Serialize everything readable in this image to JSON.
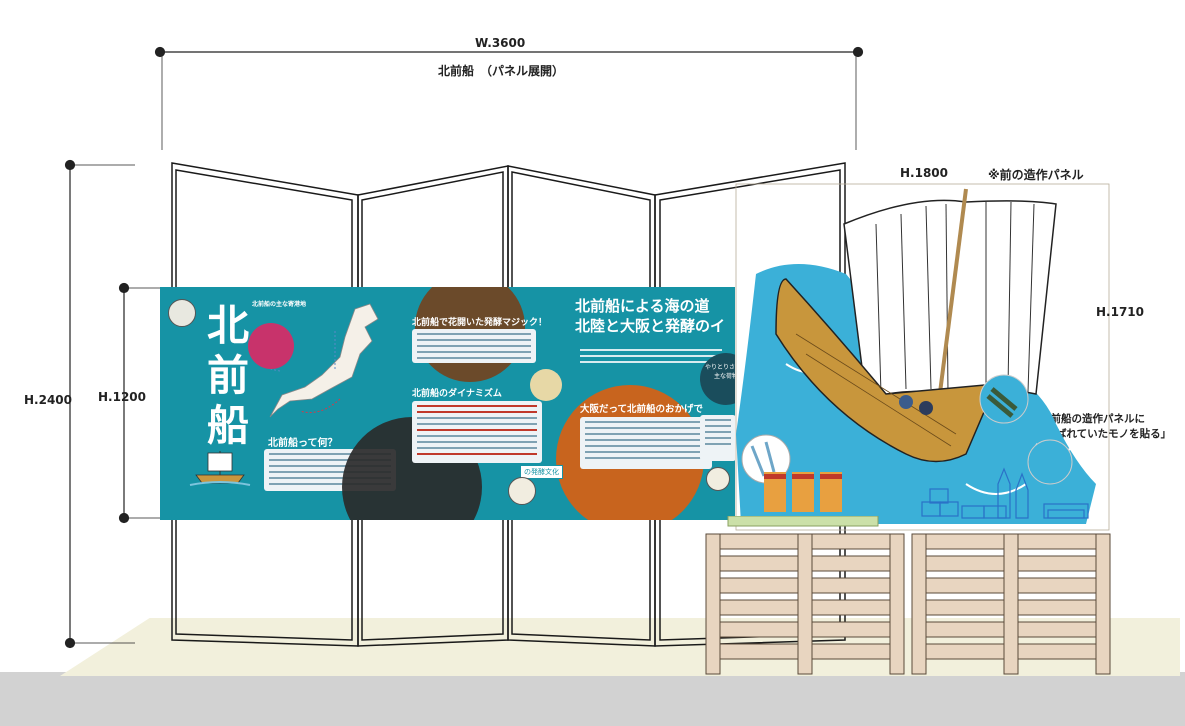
{
  "dimensions": {
    "total_width": "W.3600",
    "title": "北前船　（パネル展開）",
    "total_height": "H.2400",
    "panel_height": "H.1200",
    "ship_width": "H.1800",
    "ship_height": "H.1710"
  },
  "notes": {
    "front_panel": "※前の造作パネル",
    "goods_note_line1": "北前船の造作パネルに",
    "goods_note_line2": "「運ばれていたモノを貼る」"
  },
  "panel": {
    "main_title": "北前船",
    "question": "北前船って何？",
    "section1": "北前船で花開いた発酵マジック！",
    "section2": "北前船のダイナミズム",
    "headline1": "北前船による海の道",
    "headline2": "北陸と大阪と発酵のイ",
    "section3": "大阪だって北前船のおかげで",
    "goods_title": "やりとりされた\n主な荷物",
    "map_caption": "北前船の主な寄港地",
    "stamp": "の発酵文化"
  },
  "colors": {
    "panel": "#1693a5",
    "ship_sea": "#3bb0d8",
    "pallet": "#e8d5c0"
  }
}
